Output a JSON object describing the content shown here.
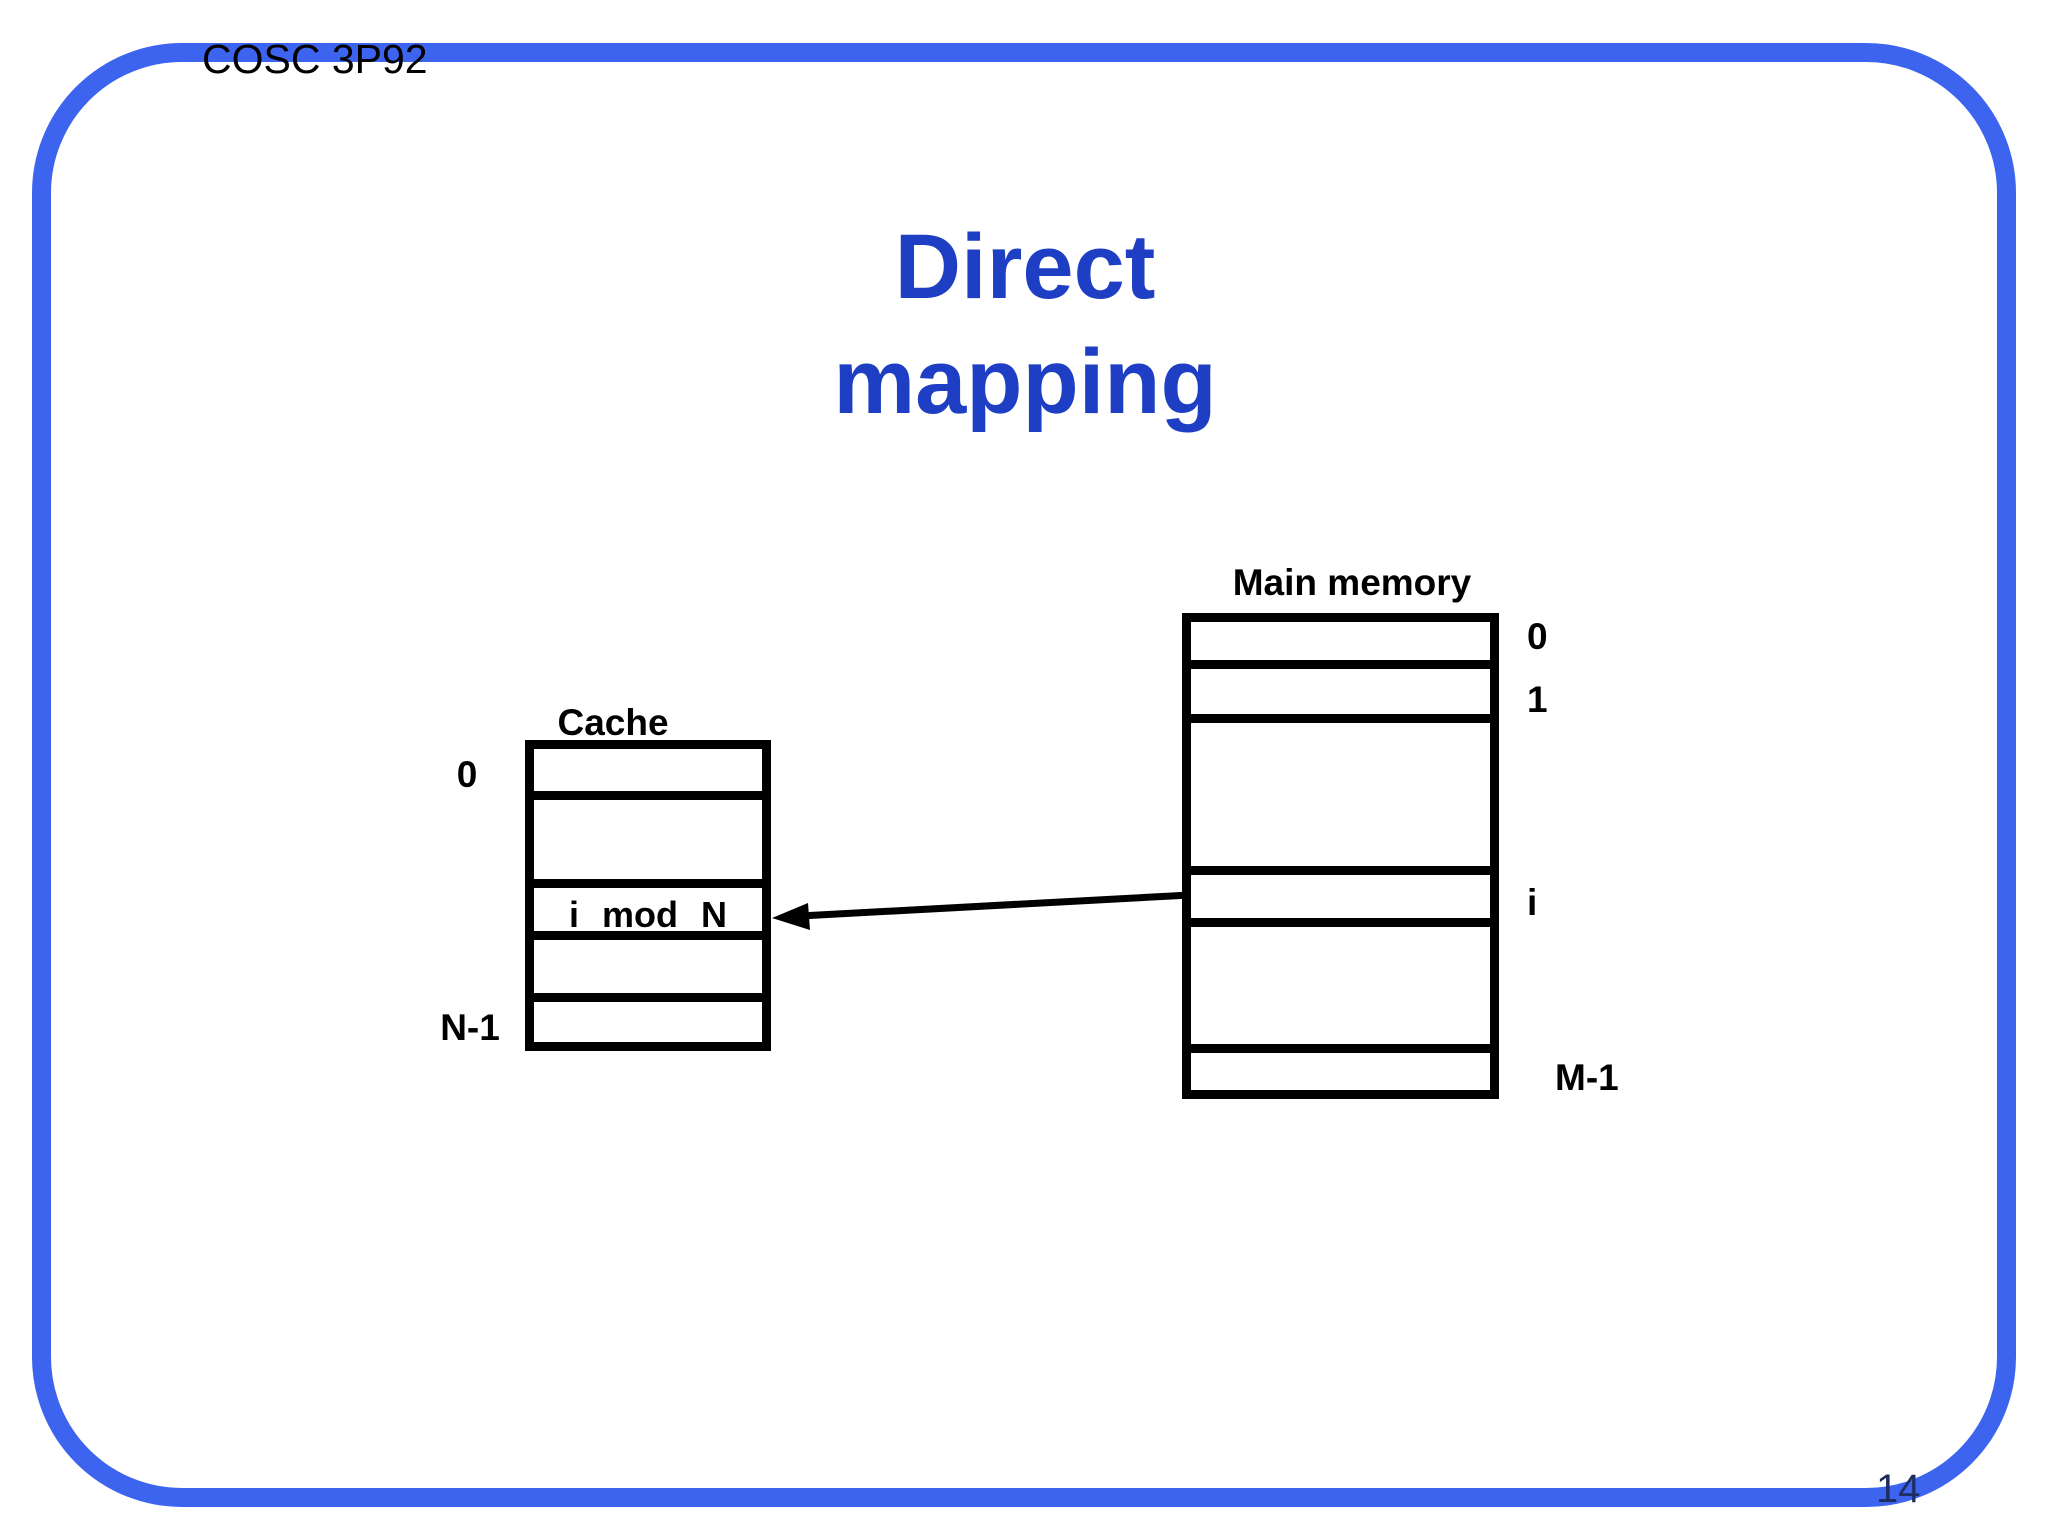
{
  "slide": {
    "course_code": "COSC 3P92",
    "title_line1": "Direct",
    "title_line2": "mapping",
    "page_number": "14"
  },
  "cache": {
    "label": "Cache",
    "top_index": "0",
    "bottom_index": "N-1",
    "mapped_row_label": "i mod N"
  },
  "main_memory": {
    "label": "Main memory",
    "row_labels": [
      "0",
      "1",
      "i",
      "M-1"
    ]
  },
  "diagram": {
    "arrow": "arrow from main memory row i to cache row i mod N"
  },
  "colors": {
    "border_blue": "#3D64EF",
    "title_blue": "#1E3FC4",
    "diagram_black": "#000000",
    "page_number_color": "#1D2E63"
  }
}
